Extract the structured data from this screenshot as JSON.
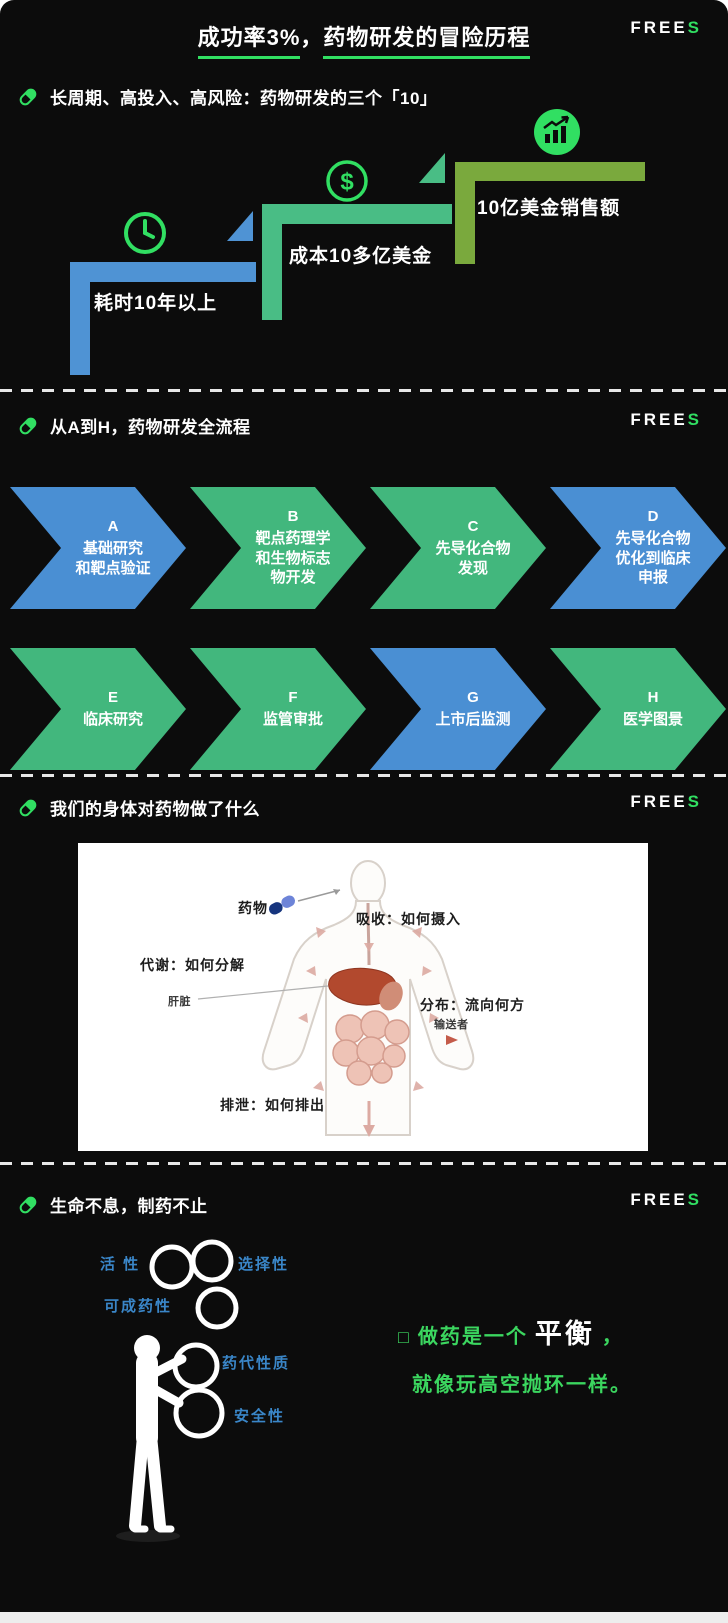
{
  "palette": {
    "background": "#0c0c0c",
    "accent_green": "#31df62",
    "step_blue": "#4f93d4",
    "step_green": "#49bd85",
    "step_olive": "#7aa93d",
    "chevron_blue": "#4a8fd3",
    "chevron_green": "#42b77d",
    "label_blue": "#3a86c8",
    "quote_green": "#3bd65f"
  },
  "brand": {
    "free": "FREE",
    "s": "S"
  },
  "icons": {
    "section_marker": "pill-icon",
    "dollar_symbol": "$"
  },
  "panel1": {
    "title_part1": "成功率3%",
    "title_comma": "，",
    "title_part2": "药物研发的冒险历程",
    "section_header": "长周期、高投入、高风险：药物研发的三个「10」",
    "steps": [
      {
        "label": "耗时10年以上",
        "icon": "clock-icon",
        "color": "#4f93d4"
      },
      {
        "label": "成本10多亿美金",
        "icon": "dollar-icon",
        "color": "#49bd85"
      },
      {
        "label": "10亿美金销售额",
        "icon": "growth-chart-icon",
        "color": "#7aa93d"
      }
    ]
  },
  "panel2": {
    "section_header": "从A到H，药物研发全流程",
    "stages": [
      {
        "letter": "A",
        "lines": [
          "基础研究",
          "和靶点验证"
        ],
        "color": "blue"
      },
      {
        "letter": "B",
        "lines": [
          "靶点药理学",
          "和生物标志",
          "物开发"
        ],
        "color": "green"
      },
      {
        "letter": "C",
        "lines": [
          "先导化合物",
          "发现"
        ],
        "color": "green"
      },
      {
        "letter": "D",
        "lines": [
          "先导化合物",
          "优化到临床",
          "申报"
        ],
        "color": "blue"
      },
      {
        "letter": "E",
        "lines": [
          "临床研究"
        ],
        "color": "green"
      },
      {
        "letter": "F",
        "lines": [
          "监管审批"
        ],
        "color": "green"
      },
      {
        "letter": "G",
        "lines": [
          "上市后监测"
        ],
        "color": "blue"
      },
      {
        "letter": "H",
        "lines": [
          "医学图景"
        ],
        "color": "green"
      }
    ]
  },
  "panel3": {
    "section_header": "我们的身体对药物做了什么",
    "labels": {
      "drug": "药物",
      "absorb": "吸收：如何摄入",
      "metabolize": "代谢：如何分解",
      "liver": "肝脏",
      "distribute": "分布：流向何方",
      "transporter": "输送者",
      "excrete": "排泄：如何排出"
    }
  },
  "panel4": {
    "section_header": "生命不息，制药不止",
    "ring_labels": {
      "activity": "活 性",
      "selectivity": "选择性",
      "druggability": "可成药性",
      "pk": "药代性质",
      "safety": "安全性"
    },
    "quote": {
      "bullet": "□",
      "lead": "做药是一个",
      "highlight": "平衡",
      "comma": "，",
      "line2": "就像玩高空抛环一样。"
    }
  }
}
